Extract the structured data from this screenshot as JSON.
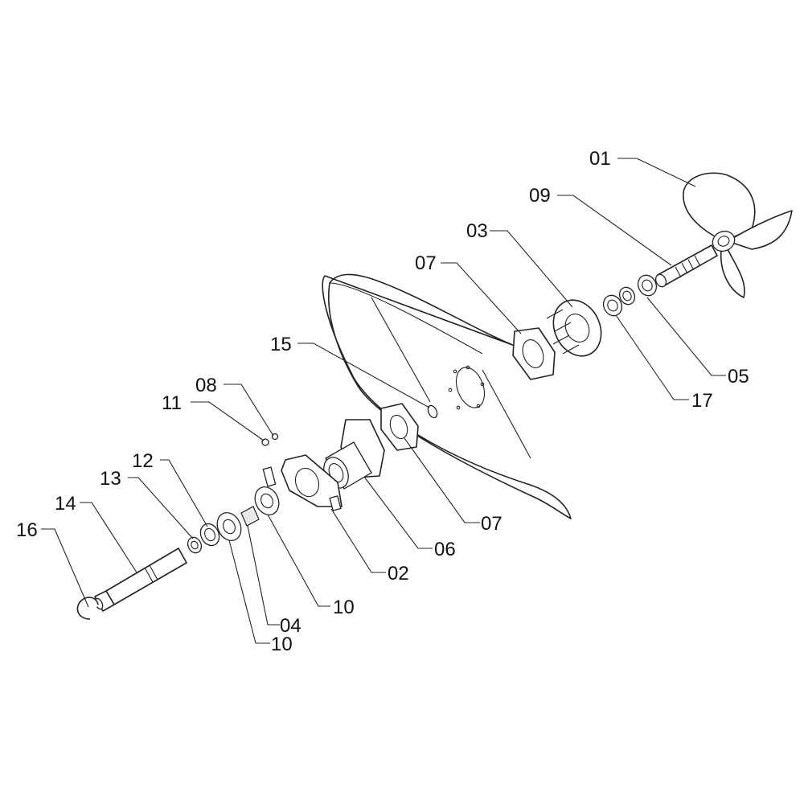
{
  "callouts": [
    {
      "id": "01",
      "text": "01"
    },
    {
      "id": "09",
      "text": "09"
    },
    {
      "id": "03",
      "text": "03"
    },
    {
      "id": "07a",
      "text": "07"
    },
    {
      "id": "15",
      "text": "15"
    },
    {
      "id": "08",
      "text": "08"
    },
    {
      "id": "11",
      "text": "11"
    },
    {
      "id": "12",
      "text": "12"
    },
    {
      "id": "13",
      "text": "13"
    },
    {
      "id": "14",
      "text": "14"
    },
    {
      "id": "16",
      "text": "16"
    },
    {
      "id": "05",
      "text": "05"
    },
    {
      "id": "17",
      "text": "17"
    },
    {
      "id": "07b",
      "text": "07"
    },
    {
      "id": "06",
      "text": "06"
    },
    {
      "id": "02",
      "text": "02"
    },
    {
      "id": "10a",
      "text": "10"
    },
    {
      "id": "04",
      "text": "04"
    },
    {
      "id": "10b",
      "text": "10"
    }
  ]
}
